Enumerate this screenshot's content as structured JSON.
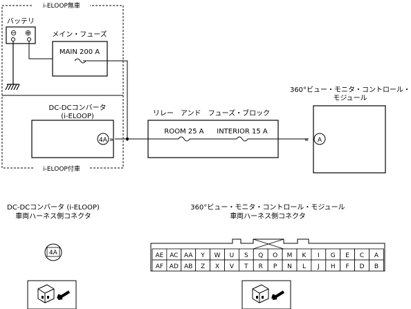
{
  "labels": {
    "no_ieloop": "i-ELOOP無車",
    "with_ieloop": "i-ELOOP付車",
    "battery": "バッテリ",
    "battery_minus": "⊖",
    "battery_plus": "⊕",
    "main_fuse_title": "メイン・フューズ",
    "main_fuse_value": "MAIN 200 A",
    "dcdc_title_line1": "DC-DCコンバータ",
    "dcdc_title_line2": "(i-ELOOP)",
    "dcdc_pin": "4A",
    "relay_block_title": "リレー　アンド　フューズ・ブロック",
    "fuse_room": "ROOM 25 A",
    "fuse_interior": "INTERIOR 15 A",
    "monitor_title_line1": "360°ビュー・モニタ・コントロール・",
    "monitor_title_line2": "モジュール",
    "monitor_pin": "A",
    "conn_left_line1": "DC-DCコンバータ (i-ELOOP)",
    "conn_left_line2": "車両ハーネス側コネクタ",
    "conn_left_pin": "4A",
    "conn_right_line1": "360°ビュー・モニタ・コントロール・モジュール",
    "conn_right_line2": "車両ハーネス側コネクタ"
  },
  "connector_right": {
    "row1": [
      "AE",
      "AC",
      "AA",
      "Y",
      "W",
      "U",
      "S",
      "Q",
      "O",
      "M",
      "K",
      "I",
      "G",
      "E",
      "C",
      "A"
    ],
    "row2": [
      "AF",
      "AD",
      "AB",
      "Z",
      "X",
      "V",
      "T",
      "R",
      "P",
      "N",
      "L",
      "J",
      "H",
      "F",
      "D",
      "B"
    ]
  }
}
